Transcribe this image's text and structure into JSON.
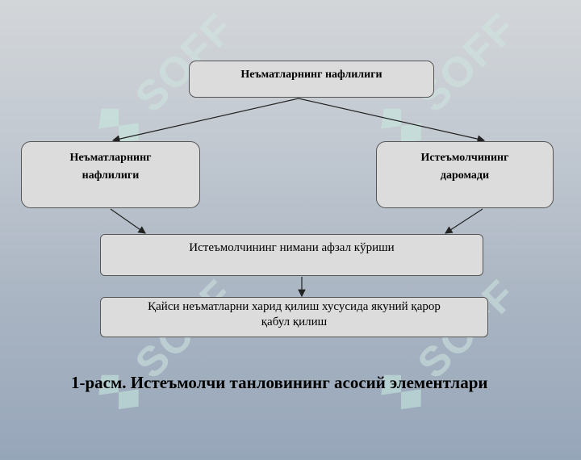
{
  "diagram": {
    "nodes": {
      "top": "Неъматларнинг нафлилиги",
      "left": [
        "Неъматларнинг",
        "нафлилиги"
      ],
      "right": [
        "Истеъмолчининг",
        "даромади"
      ],
      "middle": "Истеъмолчининг нимани афзал кўриши",
      "bottom": [
        "Қайси неъматларни харид қилиш хусусида якуний қарор",
        "қабул қилиш"
      ]
    },
    "edges": [
      {
        "from": "top",
        "to": "left"
      },
      {
        "from": "top",
        "to": "right"
      },
      {
        "from": "left",
        "to": "middle"
      },
      {
        "from": "right",
        "to": "middle"
      },
      {
        "from": "middle",
        "to": "bottom"
      }
    ],
    "caption": "1-расм. Истеъмолчи танловининг асосий элементлари"
  },
  "watermark": {
    "text": "SOFF",
    "icon": "soff-logo-icon",
    "color": "#cfe6e0"
  },
  "colors": {
    "box_fill": "#dcdcdc",
    "box_border": "#555555"
  }
}
